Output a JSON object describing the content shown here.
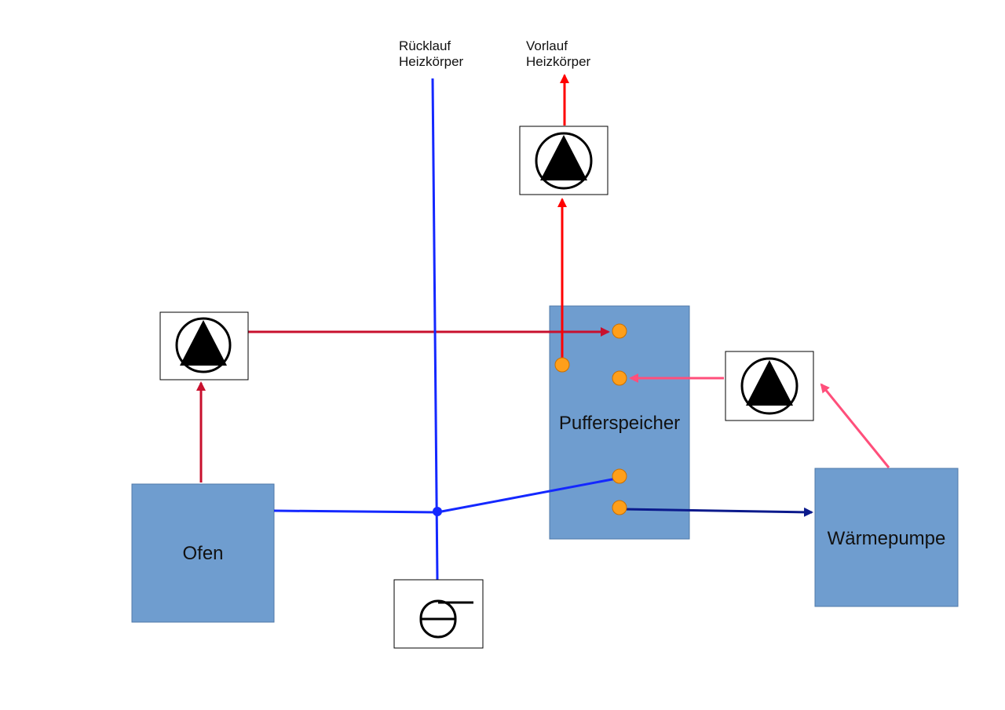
{
  "diagram": {
    "nodes": {
      "oven": {
        "label": "Ofen"
      },
      "buffer": {
        "label": "Pufferspeicher"
      },
      "heatpump": {
        "label": "Wärmepumpe"
      }
    },
    "labels": {
      "return_line": [
        "Rücklauf",
        "Heizkörper"
      ],
      "flow_line": [
        "Vorlauf",
        "Heizkörper"
      ]
    },
    "icons": {
      "pump_oven": "pump-icon",
      "pump_heating": "pump-icon",
      "pump_heatpump": "pump-icon",
      "expansion_vessel": "expansion-vessel-icon"
    },
    "colors": {
      "block_fill": "#6f9dcf",
      "block_stroke": "#4f79a8",
      "hot_line": "#c8102e",
      "bright_hot_line": "#ff0000",
      "heatpump_flow": "#ff4f7b",
      "cold_line": "#1428ff",
      "heatpump_return": "#0b1a8c",
      "port_fill": "#ff9f1a",
      "icon_fill": "#000000",
      "icon_stroke": "#000000"
    }
  }
}
